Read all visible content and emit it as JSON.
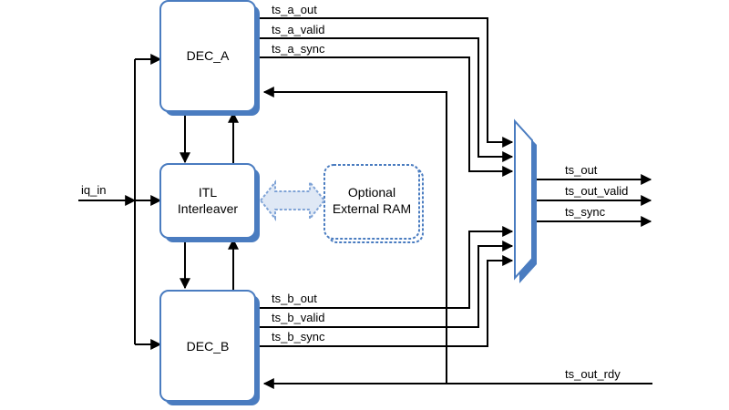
{
  "blocks": {
    "dec_a": "DEC_A",
    "itl_line1": "ITL",
    "itl_line2": "Interleaver",
    "ram_line1": "Optional",
    "ram_line2": "External RAM",
    "dec_b": "DEC_B"
  },
  "signals": {
    "iq_in": "iq_in",
    "ts_a_out": "ts_a_out",
    "ts_a_valid": "ts_a_valid",
    "ts_a_sync": "ts_a_sync",
    "ts_b_out": "ts_b_out",
    "ts_b_valid": "ts_b_valid",
    "ts_b_sync": "ts_b_sync",
    "ts_out": "ts_out",
    "ts_out_valid": "ts_out_valid",
    "ts_sync": "ts_sync",
    "ts_out_rdy": "ts_out_rdy"
  },
  "colors": {
    "block_fill": "#ffffff",
    "block_border": "#4a7cc0",
    "block_shadow": "#4a7cc0",
    "ram_border": "#4a7cc0",
    "wire": "#000000"
  }
}
